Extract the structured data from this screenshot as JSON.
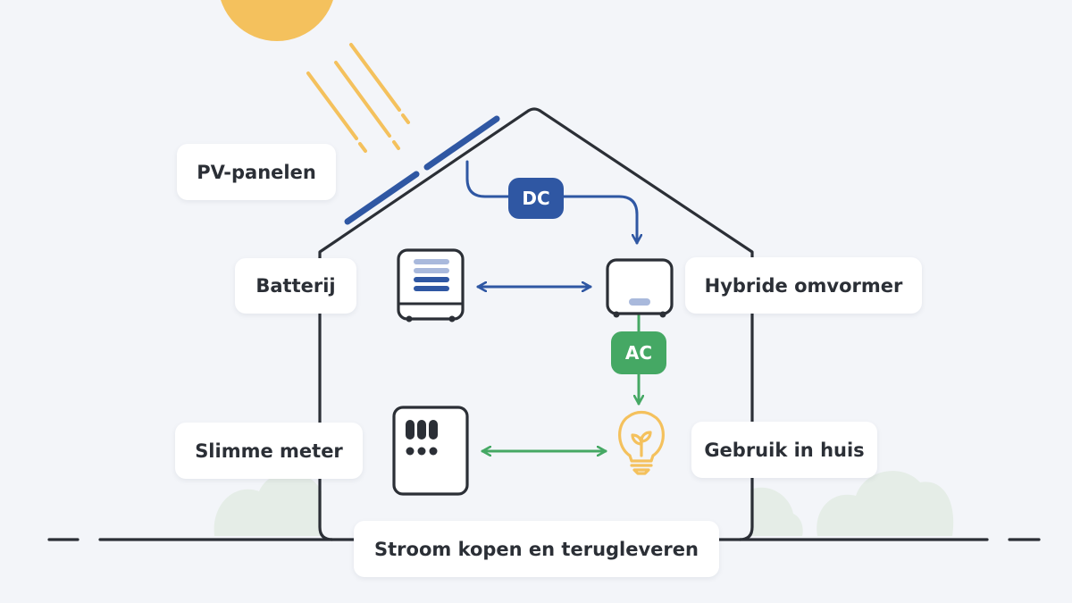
{
  "labels": {
    "pv_panels": "PV-panelen",
    "battery": "Batterij",
    "inverter": "Hybride omvormer",
    "smart_meter": "Slimme meter",
    "home_use": "Gebruik in huis",
    "grid": "Stroom kopen en terugleveren"
  },
  "badges": {
    "dc": "DC",
    "ac": "AC"
  },
  "colors": {
    "background": "#f3f5f9",
    "outline": "#2b2f36",
    "blue": "#2f57a3",
    "blue_light": "#a9b9dc",
    "green": "#45a864",
    "sun": "#f4c15d",
    "bush": "#e5ede7"
  },
  "icons": [
    "sun-icon",
    "battery-icon",
    "inverter-icon",
    "smart-meter-icon",
    "lightbulb-icon"
  ]
}
